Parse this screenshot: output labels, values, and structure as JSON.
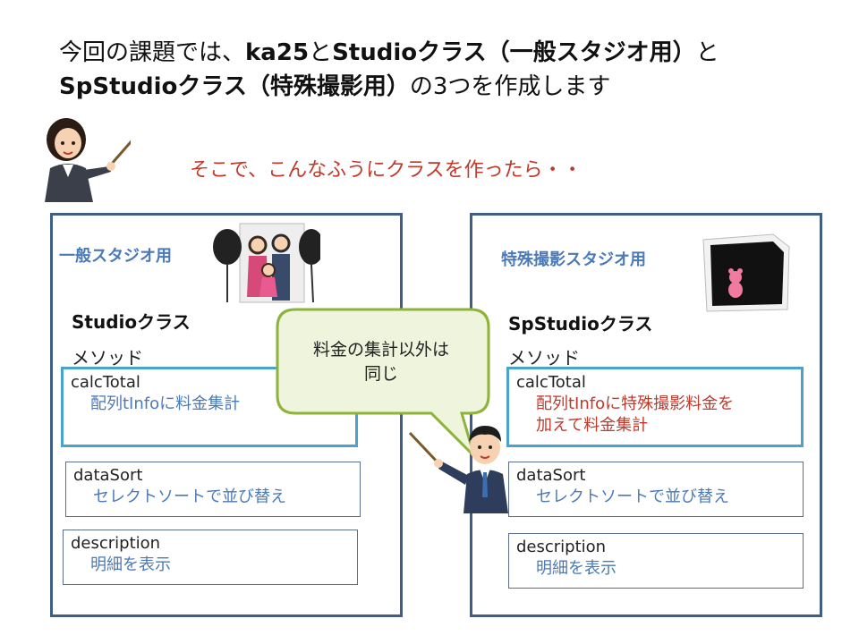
{
  "heading": {
    "seg1": "今回の課題では、",
    "seg2": "ka25",
    "seg3": "と",
    "seg4": "Studioクラス（一般スタジオ用）",
    "seg5": "と",
    "seg6": "SpStudioクラス（特殊撮影用）",
    "seg7": "の3つを作成します"
  },
  "subtitle": "そこで、こんなふうにクラスを作ったら・・",
  "left_panel": {
    "title": "一般スタジオ用",
    "class_name": "Studioクラス",
    "methods_label": "メソッド",
    "methods": [
      {
        "name": "calcTotal",
        "desc": "配列tInfoに料金集計"
      },
      {
        "name": "dataSort",
        "desc": "セレクトソートで並び替え"
      },
      {
        "name": "description",
        "desc": "明細を表示"
      }
    ]
  },
  "right_panel": {
    "title": "特殊撮影スタジオ用",
    "class_name": "SpStudioクラス",
    "methods_label": "メソッド",
    "methods": [
      {
        "name": "calcTotal",
        "desc_line1": "配列tInfoに特殊撮影料金を",
        "desc_line2": "加えて料金集計"
      },
      {
        "name": "dataSort",
        "desc": "セレクトソートで並び替え"
      },
      {
        "name": "description",
        "desc": "明細を表示"
      }
    ]
  },
  "bubble": {
    "line1": "料金の集計以外は",
    "line2": "同じ"
  },
  "colors": {
    "accent_blue": "#4a7ab8",
    "highlight_border": "#4aa3c8",
    "panel_border": "#3f5e86",
    "bubble_fill": "#eef5dc",
    "bubble_border": "#8db33a",
    "subtitle_red": "#c0392b"
  }
}
